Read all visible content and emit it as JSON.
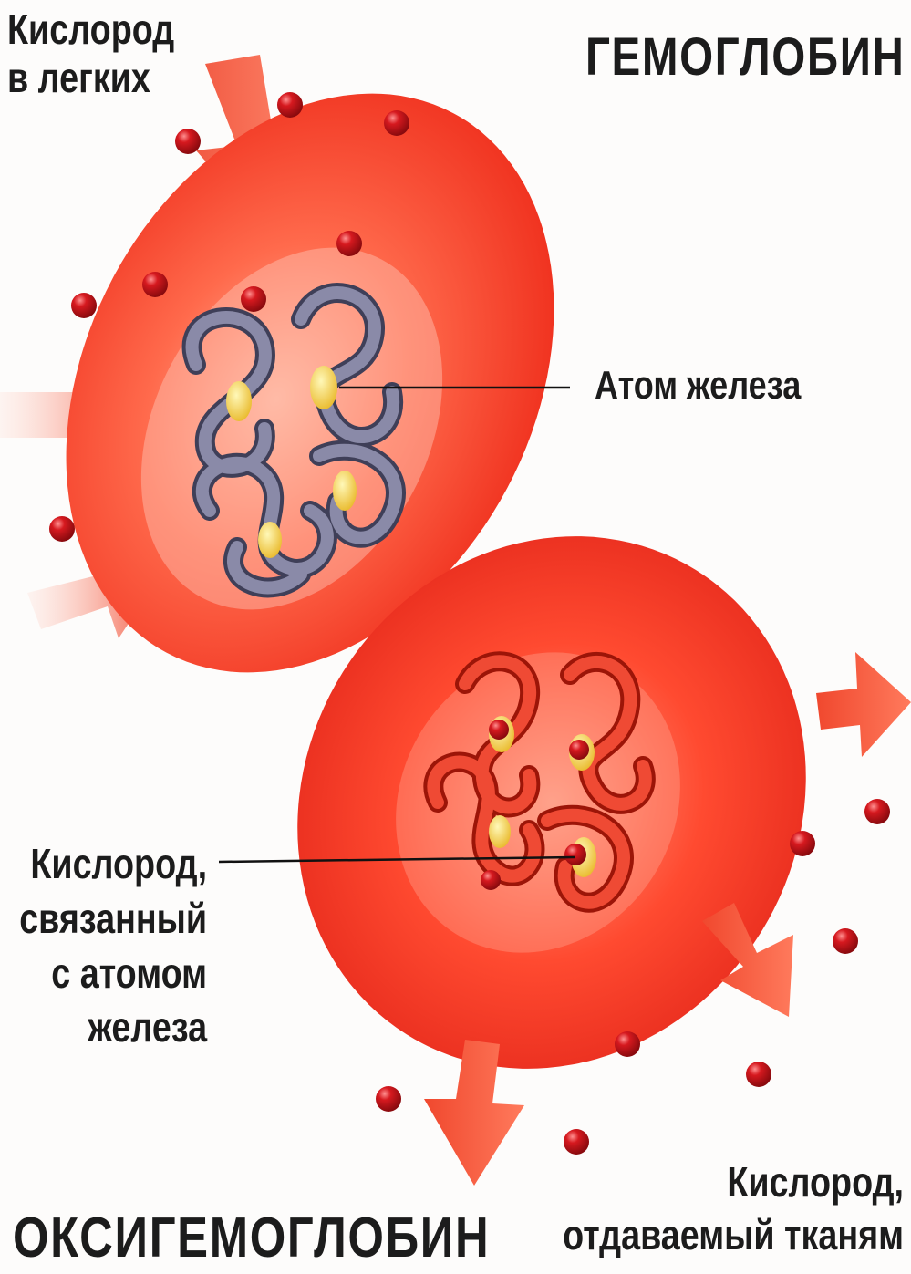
{
  "labels": {
    "oxygen_in_lungs": [
      "Кислород",
      "в легких"
    ],
    "hemoglobin": "ГЕМОГЛОБИН",
    "iron_atom": "Атом железа",
    "bound_oxygen": [
      "Кислород,",
      "связанный",
      "с атомом",
      "железа"
    ],
    "oxyhemoglobin": "ОКСИГЕМОГЛОБИН",
    "oxygen_to_tissues": [
      "Кислород,",
      "отдаваемый тканям"
    ]
  },
  "colors": {
    "cell_red": "#f23a24",
    "cell_light": "#ff8a6e",
    "oxygen_molecule": "#c8141b",
    "hemoglobin_chain": "#6f6f8c",
    "oxyhemoglobin_chain": "#d9281a",
    "iron_atom": "#f3d43f",
    "arrow": "#f0482e",
    "text": "#1c1c1c"
  },
  "icons": {
    "oxygen": "red-sphere",
    "iron": "yellow-ellipse",
    "flow": "arrow"
  }
}
